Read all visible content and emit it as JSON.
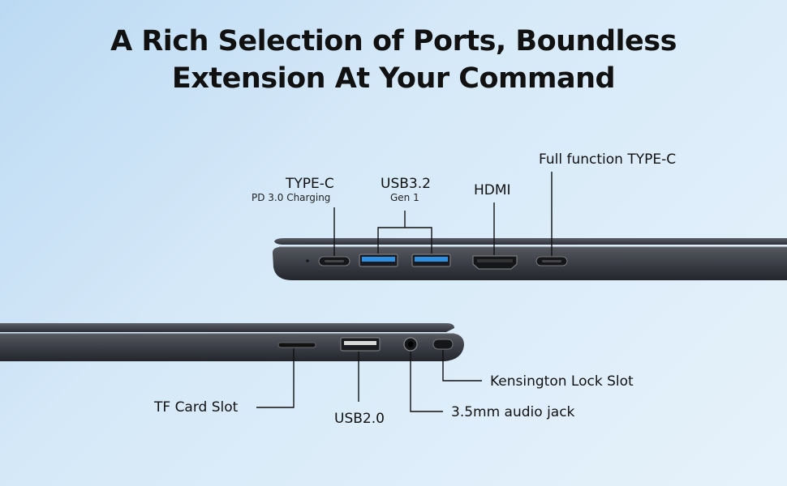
{
  "headline": {
    "line1": "A Rich Selection of Ports, Boundless",
    "line2": "Extension At Your Command"
  },
  "right_side_ports": {
    "typec_pd": {
      "label": "TYPE-C",
      "sublabel": "PD 3.0 Charging"
    },
    "usb32": {
      "label": "USB3.2",
      "sublabel": "Gen 1"
    },
    "hdmi": {
      "label": "HDMI"
    },
    "full_typec": {
      "label": "Full function TYPE-C"
    }
  },
  "left_side_ports": {
    "tf_card": {
      "label": "TF Card Slot"
    },
    "usb20": {
      "label": "USB2.0"
    },
    "audio": {
      "label": "3.5mm audio jack"
    },
    "kensington": {
      "label": "Kensington Lock Slot"
    }
  },
  "colors": {
    "background": "#cfe5f7",
    "laptop_body": "#3a3d45",
    "usb3_blue": "#2f8fe0"
  }
}
